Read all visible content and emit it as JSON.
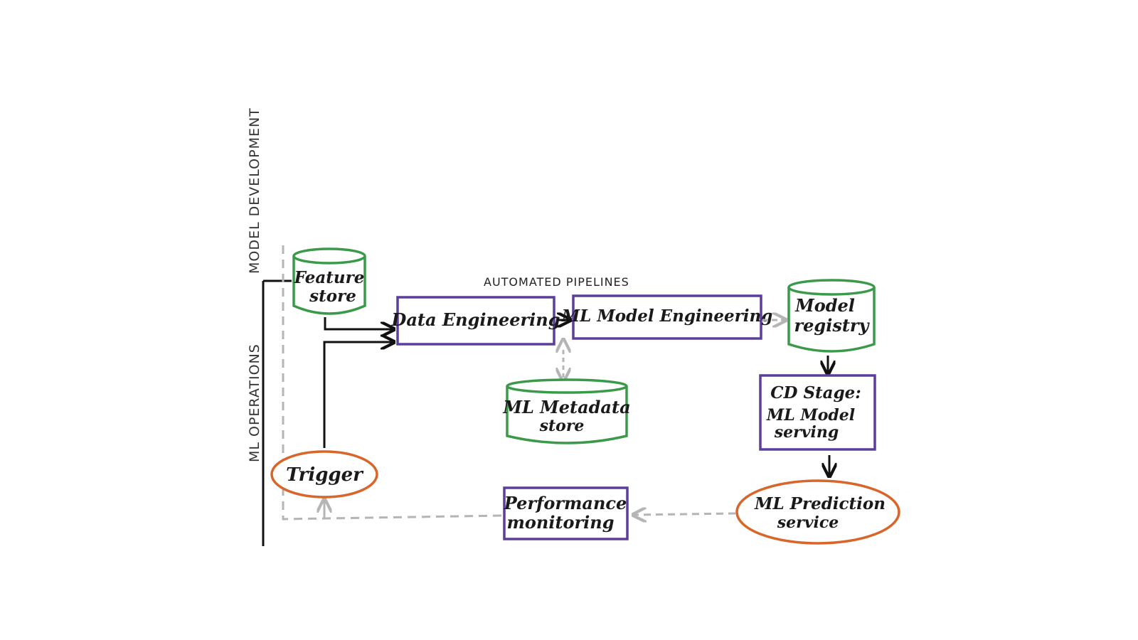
{
  "side_labels": {
    "model_development": "MODEL  DEVELOPMENT",
    "ml_operations": "ML OPERATIONS"
  },
  "pipeline_caption": "AUTOMATED PIPELINES",
  "nodes": {
    "feature_store": [
      "Feature",
      "store"
    ],
    "data_engineering": [
      "Data Engineering"
    ],
    "ml_model_engineering": [
      "ML Model Engineering"
    ],
    "model_registry": [
      "Model",
      "registry"
    ],
    "ml_metadata_store": [
      "ML Metadata",
      "store"
    ],
    "cd_stage": [
      "CD Stage:",
      "ML Model",
      "serving"
    ],
    "ml_prediction_service": [
      "ML Prediction",
      "service"
    ],
    "performance_monitoring": [
      "Performance",
      "monitoring"
    ],
    "trigger": [
      "Trigger"
    ]
  },
  "colors": {
    "cylinder": "#3a9a4a",
    "process_box": "#5b3f9a",
    "oval": "#d8662a",
    "solid_arrow": "#111111",
    "dashed_arrow": "#b5b5b5"
  }
}
